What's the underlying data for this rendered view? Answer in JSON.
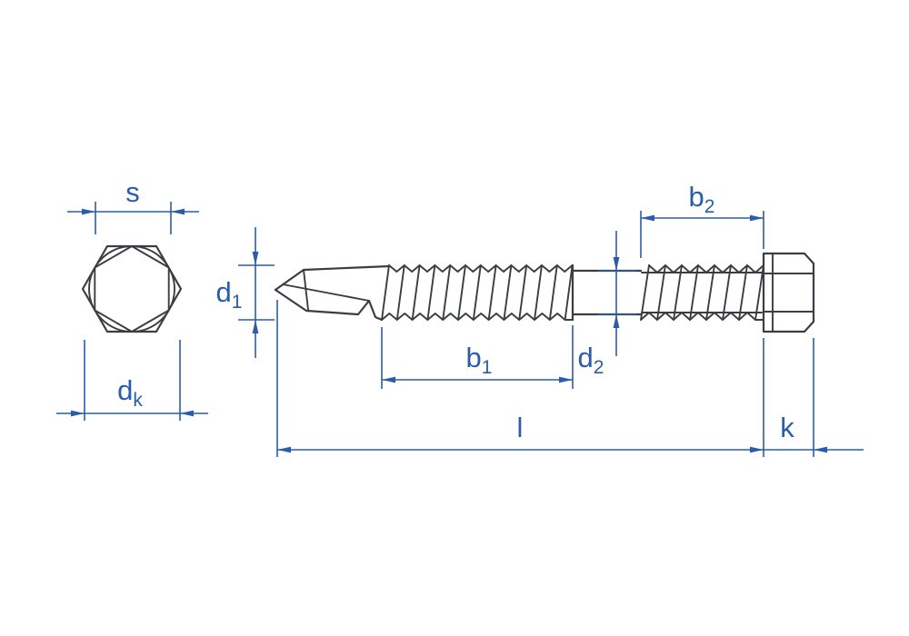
{
  "figure": {
    "type": "technical-drawing",
    "subject": "self-drilling hex head screw, front view and side view with dimensioning",
    "colors": {
      "dimension": "#2b5cab",
      "drawing": "#3a3d42",
      "background": "#ffffff"
    },
    "dimensions": {
      "s": {
        "main": "s",
        "sub": ""
      },
      "dk": {
        "main": "d",
        "sub": "k"
      },
      "d1": {
        "main": "d",
        "sub": "1"
      },
      "b1": {
        "main": "b",
        "sub": "1"
      },
      "b2": {
        "main": "b",
        "sub": "2"
      },
      "d2": {
        "main": "d",
        "sub": "2"
      },
      "l": {
        "main": "l",
        "sub": ""
      },
      "k": {
        "main": "k",
        "sub": ""
      }
    }
  }
}
